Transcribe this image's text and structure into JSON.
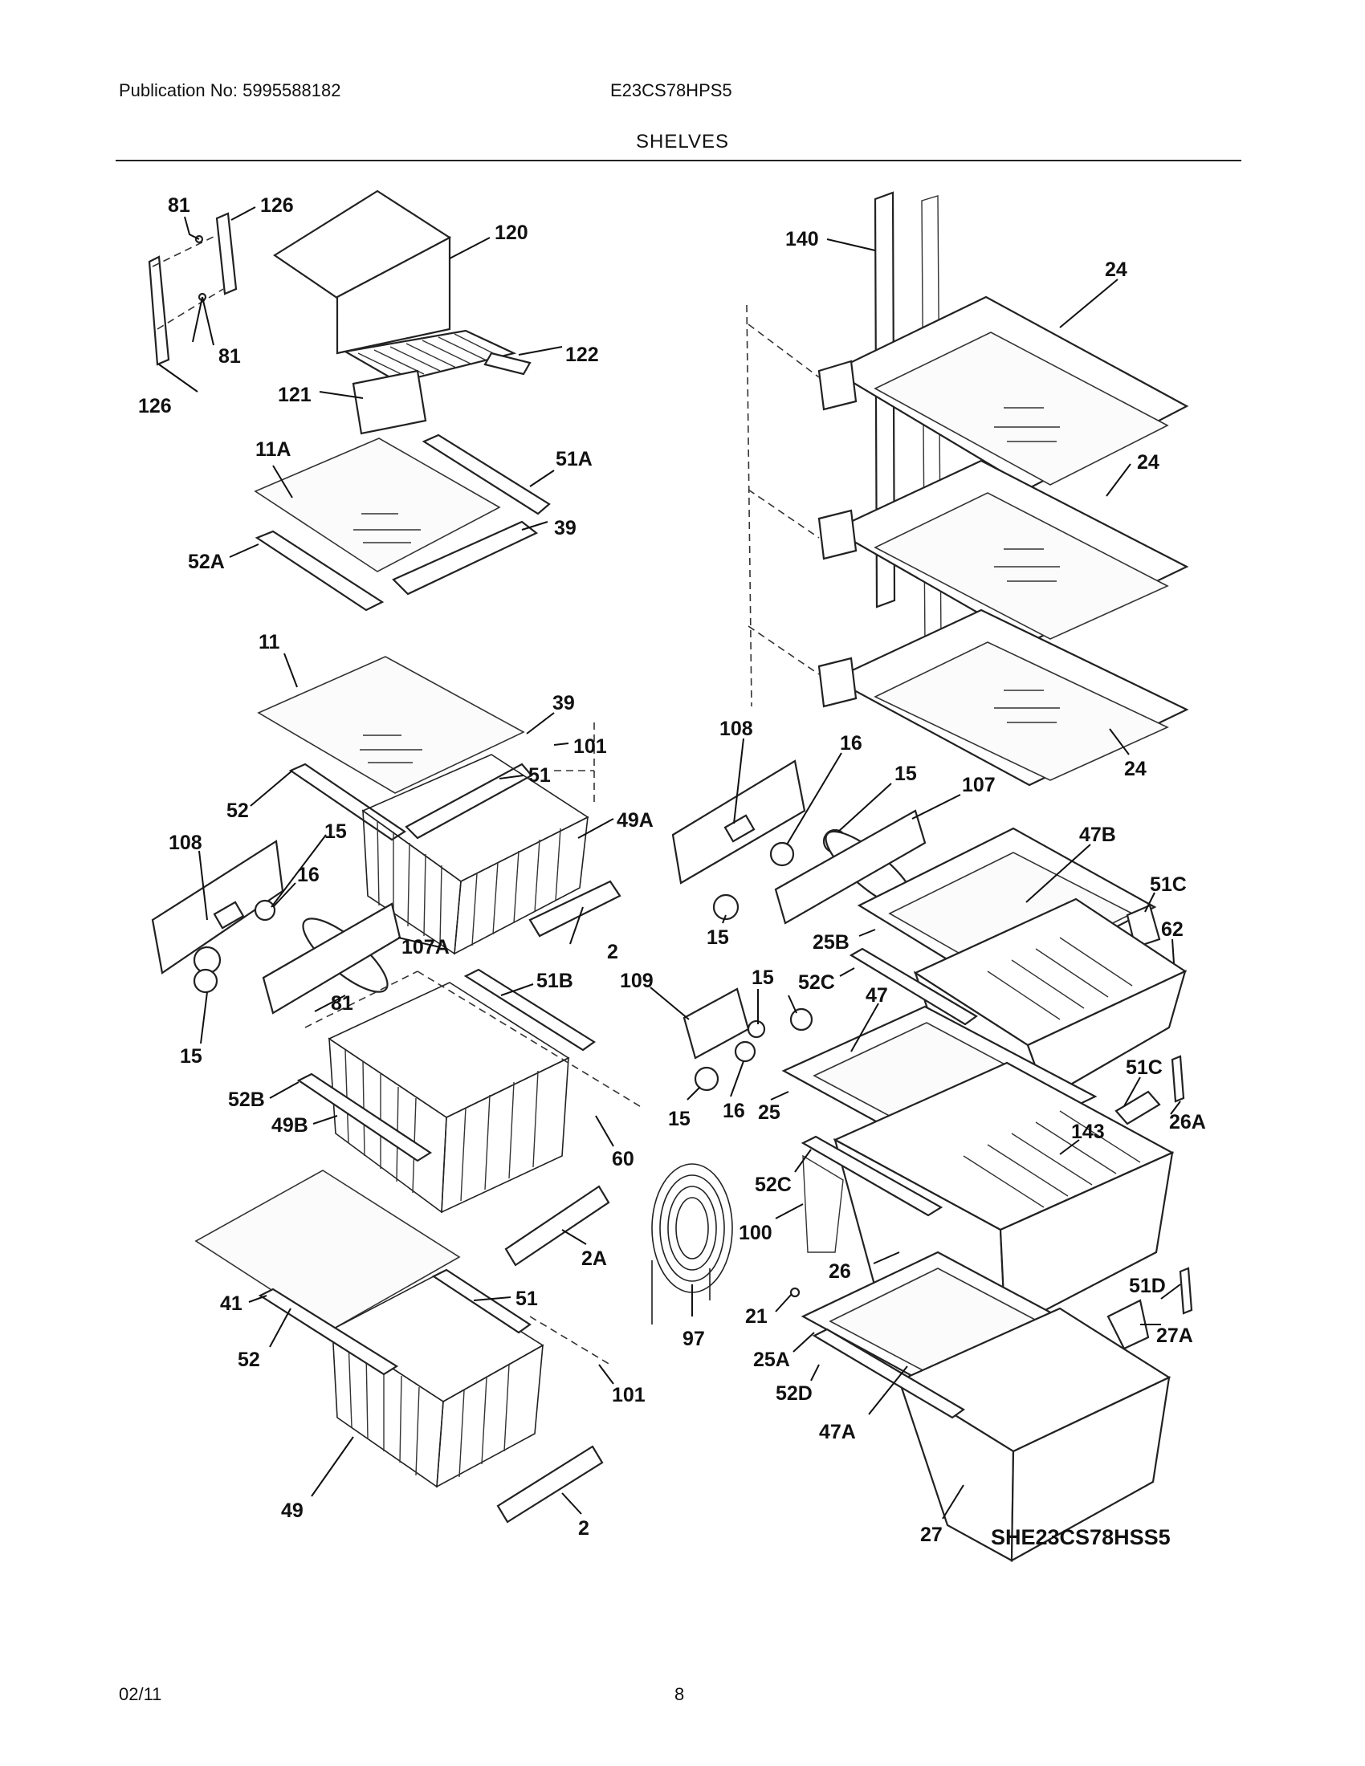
{
  "header": {
    "publication": "Publication No: 5995588182",
    "model": "E23CS78HPS5",
    "section_title": "SHELVES"
  },
  "diagram": {
    "code": "SHE23CS78HSS5",
    "callouts": [
      {
        "id": "c81a",
        "label": "81"
      },
      {
        "id": "c126a",
        "label": "126"
      },
      {
        "id": "c120",
        "label": "120"
      },
      {
        "id": "c81b",
        "label": "81"
      },
      {
        "id": "c122",
        "label": "122"
      },
      {
        "id": "c121",
        "label": "121"
      },
      {
        "id": "c126b",
        "label": "126"
      },
      {
        "id": "c11A",
        "label": "11A"
      },
      {
        "id": "c51A",
        "label": "51A"
      },
      {
        "id": "c39a",
        "label": "39"
      },
      {
        "id": "c52A",
        "label": "52A"
      },
      {
        "id": "c11",
        "label": "11"
      },
      {
        "id": "c39b",
        "label": "39"
      },
      {
        "id": "c101a",
        "label": "101"
      },
      {
        "id": "c51a",
        "label": "51"
      },
      {
        "id": "c52a",
        "label": "52"
      },
      {
        "id": "c49A",
        "label": "49A"
      },
      {
        "id": "c108a",
        "label": "108"
      },
      {
        "id": "c15a",
        "label": "15"
      },
      {
        "id": "c16a",
        "label": "16"
      },
      {
        "id": "c107A",
        "label": "107A"
      },
      {
        "id": "c2a",
        "label": "2"
      },
      {
        "id": "c15b",
        "label": "15"
      },
      {
        "id": "c81c",
        "label": "81"
      },
      {
        "id": "c51B",
        "label": "51B"
      },
      {
        "id": "c52B",
        "label": "52B"
      },
      {
        "id": "c49B",
        "label": "49B"
      },
      {
        "id": "c60",
        "label": "60"
      },
      {
        "id": "c2A",
        "label": "2A"
      },
      {
        "id": "c41",
        "label": "41"
      },
      {
        "id": "c51b",
        "label": "51"
      },
      {
        "id": "c52b",
        "label": "52"
      },
      {
        "id": "c101b",
        "label": "101"
      },
      {
        "id": "c49",
        "label": "49"
      },
      {
        "id": "c2b",
        "label": "2"
      },
      {
        "id": "c140",
        "label": "140"
      },
      {
        "id": "c24a",
        "label": "24"
      },
      {
        "id": "c24b",
        "label": "24"
      },
      {
        "id": "c24c",
        "label": "24"
      },
      {
        "id": "c108b",
        "label": "108"
      },
      {
        "id": "c16b",
        "label": "16"
      },
      {
        "id": "c15c",
        "label": "15"
      },
      {
        "id": "c107",
        "label": "107"
      },
      {
        "id": "c47B",
        "label": "47B"
      },
      {
        "id": "c51C",
        "label": "51C"
      },
      {
        "id": "c15d",
        "label": "15"
      },
      {
        "id": "c25B",
        "label": "25B"
      },
      {
        "id": "c62",
        "label": "62"
      },
      {
        "id": "c109",
        "label": "109"
      },
      {
        "id": "c15e",
        "label": "15"
      },
      {
        "id": "c52C",
        "label": "52C"
      },
      {
        "id": "c47",
        "label": "47"
      },
      {
        "id": "c51Cb",
        "label": "51C"
      },
      {
        "id": "c26A",
        "label": "26A"
      },
      {
        "id": "c15f",
        "label": "15"
      },
      {
        "id": "c16c",
        "label": "16"
      },
      {
        "id": "c25",
        "label": "25"
      },
      {
        "id": "c143",
        "label": "143"
      },
      {
        "id": "c52Cb",
        "label": "52C"
      },
      {
        "id": "c100",
        "label": "100"
      },
      {
        "id": "c26",
        "label": "26"
      },
      {
        "id": "c51D",
        "label": "51D"
      },
      {
        "id": "c21",
        "label": "21"
      },
      {
        "id": "c97",
        "label": "97"
      },
      {
        "id": "c27A",
        "label": "27A"
      },
      {
        "id": "c25A",
        "label": "25A"
      },
      {
        "id": "c52D",
        "label": "52D"
      },
      {
        "id": "c47A",
        "label": "47A"
      },
      {
        "id": "c27",
        "label": "27"
      }
    ]
  },
  "footer": {
    "date": "02/11",
    "page_number": "8"
  }
}
